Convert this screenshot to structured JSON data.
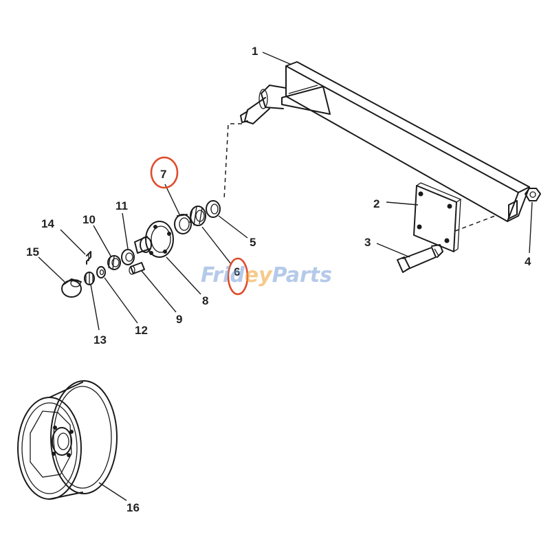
{
  "callouts": {
    "c1": "1",
    "c2": "2",
    "c3": "3",
    "c4": "4",
    "c5": "5",
    "c6": "6",
    "c7": "7",
    "c8": "8",
    "c9": "9",
    "c10": "10",
    "c11": "11",
    "c12": "12",
    "c13": "13",
    "c14": "14",
    "c15": "15",
    "c16": "16"
  },
  "watermark": {
    "left": "Frid",
    "mid": "ey",
    "right": "Parts"
  },
  "colors": {
    "highlight": "#e04a2a",
    "watermark_blue": "#7a9fd8",
    "watermark_orange": "#f0a030"
  }
}
